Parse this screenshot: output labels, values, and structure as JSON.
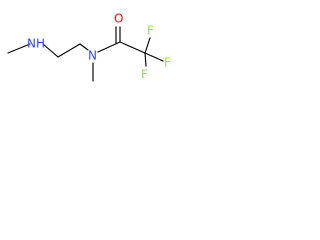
{
  "molecule": {
    "atoms": {
      "n_amine": {
        "label": "NH"
      },
      "n_amide": {
        "label": "N"
      },
      "o_carbonyl": {
        "label": "O"
      },
      "f_top": {
        "label": "F"
      },
      "f_right": {
        "label": "F"
      },
      "f_bottom": {
        "label": "F"
      }
    }
  },
  "colors": {
    "carbon_bonds": "#000000",
    "nitrogen": "#3050f8",
    "oxygen": "#ff0d0d",
    "fluorine": "#90e050",
    "background": "#ffffff"
  }
}
